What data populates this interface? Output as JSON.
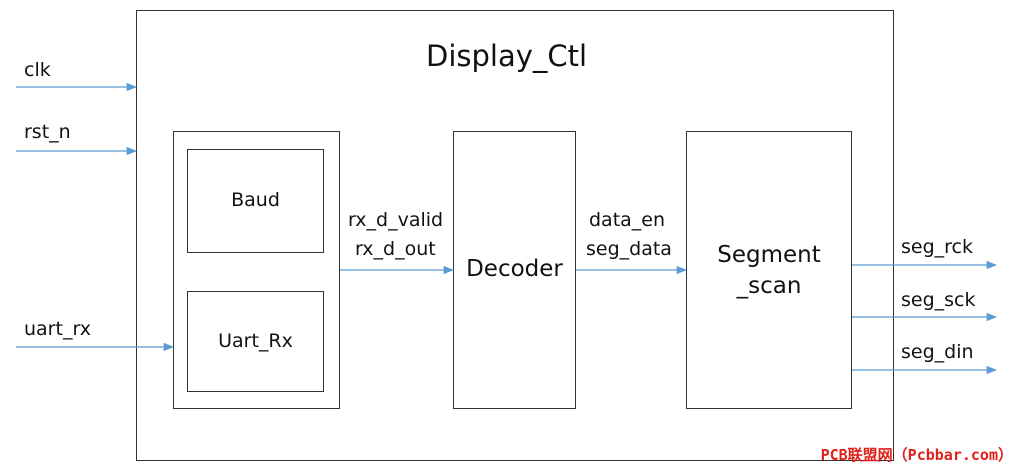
{
  "top_module": {
    "title": "Display_Ctl"
  },
  "inputs": {
    "clk": "clk",
    "rst_n": "rst_n",
    "uart_rx": "uart_rx"
  },
  "blocks": {
    "baud": "Baud",
    "uart_rx": "Uart_Rx",
    "decoder": "Decoder",
    "segment_scan_line1": "Segment",
    "segment_scan_line2": "_scan"
  },
  "signals": {
    "rx_d_valid": "rx_d_valid",
    "rx_d_out": "rx_d_out",
    "data_en": "data_en",
    "seg_data": "seg_data"
  },
  "outputs": {
    "seg_rck": "seg_rck",
    "seg_sck": "seg_sck",
    "seg_din": "seg_din"
  },
  "watermark": "PCB联盟网（Pcbbar.com）",
  "colors": {
    "wire": "#5b9bd5",
    "border": "#333333",
    "watermark": "#e0201a"
  }
}
